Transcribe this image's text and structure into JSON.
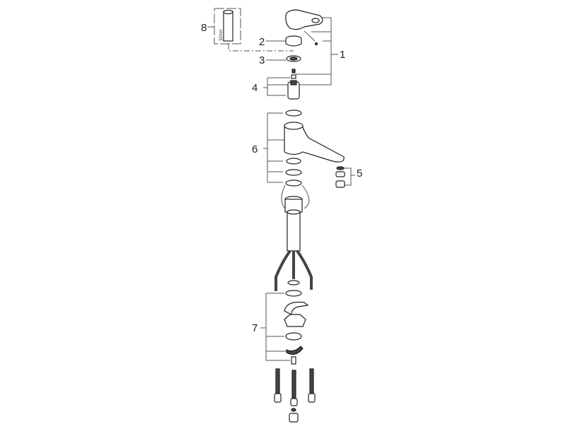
{
  "diagram": {
    "callouts": {
      "c1": "1",
      "c2": "2",
      "c3": "3",
      "c4": "4",
      "c5": "5",
      "c6": "6",
      "c7": "7",
      "c8": "8"
    },
    "tool_dimension": "32mm"
  }
}
